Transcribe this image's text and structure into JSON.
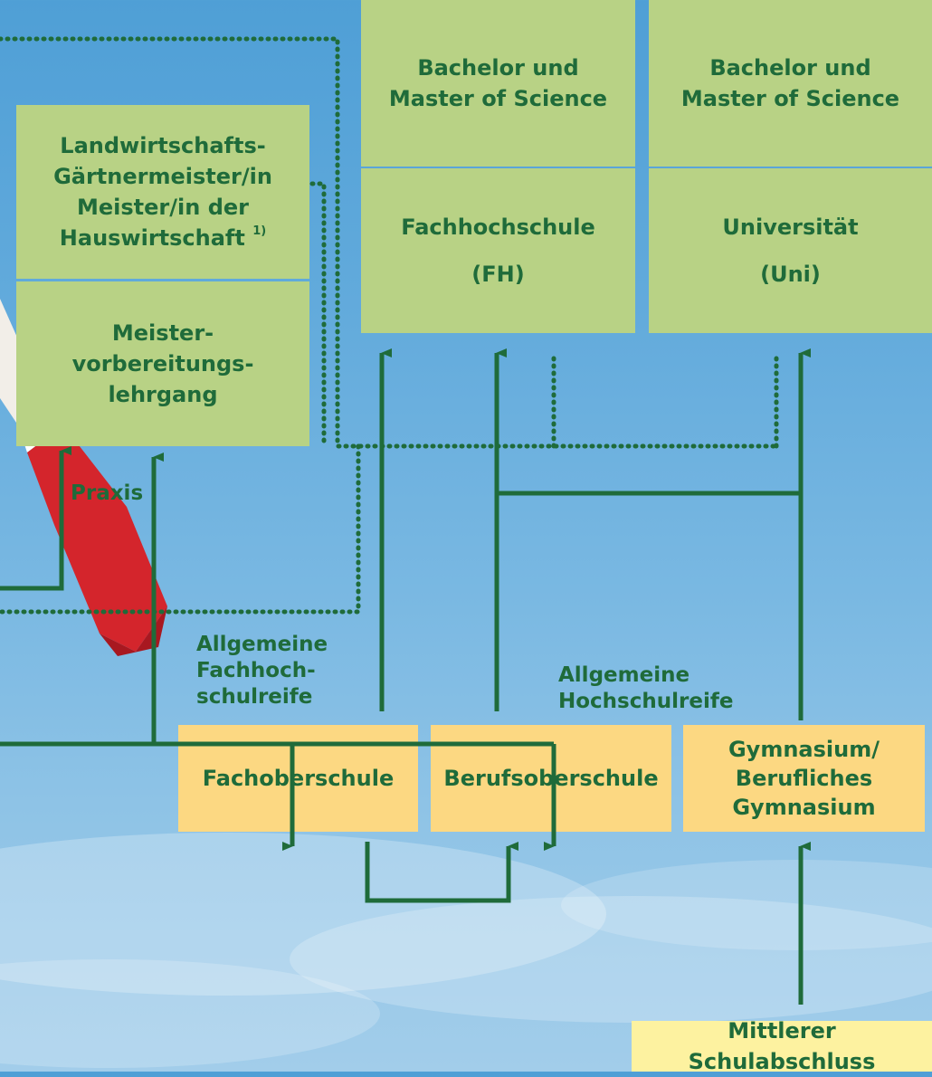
{
  "boxes": {
    "fh_degree": "Bachelor und\nMaster of Science",
    "uni_degree": "Bachelor und\nMaster of Science",
    "meister_title": "Landwirtschafts-\nGärtnermeister/in\nMeister/in der\nHauswirtschaft",
    "meister_footnote": "1)",
    "fh_name": "Fachhochschule",
    "fh_abbr": "(FH)",
    "uni_name": "Universität",
    "uni_abbr": "(Uni)",
    "meister_course": "Meister-\nvorbereitungs-\nlehrgang",
    "fachoberschule": "Fachoberschule",
    "berufsoberschule": "Berufsoberschule",
    "gymnasium": "Gymnasium/\nBerufliches\nGymnasium",
    "mittlerer_abschluss": "Mittlerer Schulabschluss"
  },
  "labels": {
    "praxis": "Praxis",
    "fachhochschulreife": "Allgemeine\nFachhoch-\nschulreife",
    "hochschulreife": "Allgemeine\nHochschulreife"
  },
  "colors": {
    "line": "#1f6b3a",
    "green_box": "#b8d285",
    "yellow_box": "#fcd882",
    "light_yellow_box": "#fdf2a0"
  }
}
